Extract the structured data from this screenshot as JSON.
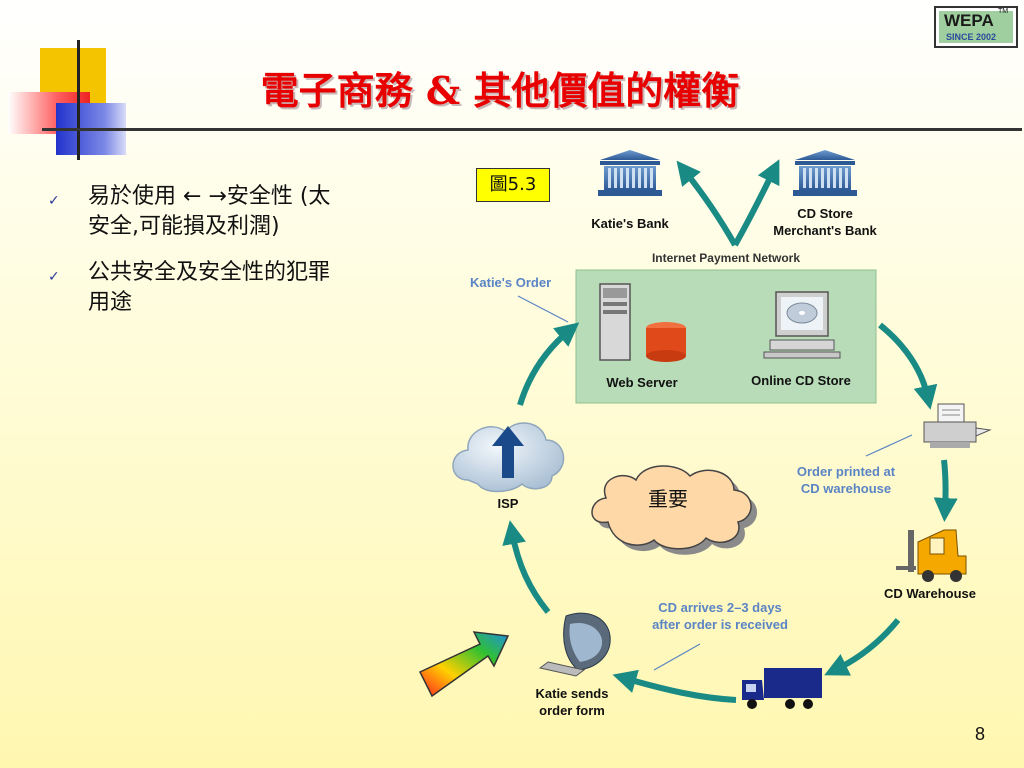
{
  "slide": {
    "title": "電子商務 & 其他價值的權衡",
    "page_number": "8"
  },
  "logo": {
    "name": "WEPA",
    "tm": "TM",
    "since": "SINCE 2002"
  },
  "bullets": [
    {
      "line1": "易於使用 ← →安全性 (太",
      "line2": "安全,可能損及利潤)"
    },
    {
      "line1": "公共安全及安全性的犯罪",
      "line2": "用途"
    }
  ],
  "figure": {
    "label": "圖5.3",
    "katies_bank": "Katie's Bank",
    "cd_store_bank_1": "CD Store",
    "cd_store_bank_2": "Merchant's Bank",
    "network": "Internet Payment Network",
    "katies_order": "Katie's Order",
    "web_server": "Web Server",
    "online_store": "Online CD Store",
    "order_printed_1": "Order printed at",
    "order_printed_2": "CD warehouse",
    "warehouse": "CD Warehouse",
    "arrives_1": "CD arrives 2–3 days",
    "arrives_2": "after order is received",
    "sends_1": "Katie sends",
    "sends_2": "order form",
    "isp": "ISP",
    "important": "重要"
  },
  "colors": {
    "title": "#e80000",
    "arrow": "#1a8a84",
    "callout_text": "#5a84c4",
    "panel": "#b8dcb8"
  }
}
